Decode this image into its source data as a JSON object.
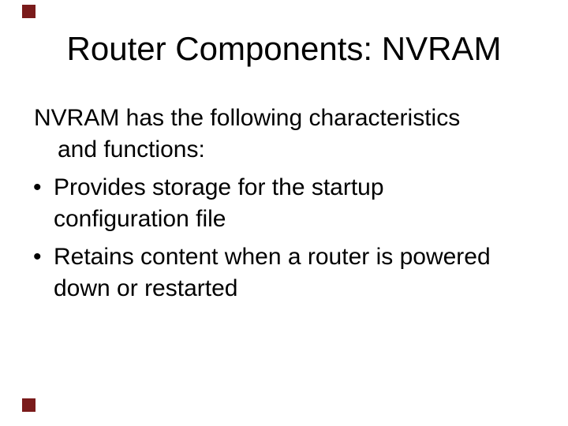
{
  "slide": {
    "title": "Router Components: NVRAM",
    "intro": {
      "line1": "NVRAM has the following characteristics",
      "line2": "and functions:"
    },
    "bullets": [
      {
        "marker": "•",
        "line1": "Provides storage for the startup",
        "line2": "configuration file"
      },
      {
        "marker": "•",
        "line1": "Retains content when a router is powered",
        "line2": "down or restarted"
      }
    ],
    "colors": {
      "accent": "#7a1b1b",
      "text": "#000000",
      "background": "#ffffff"
    }
  }
}
